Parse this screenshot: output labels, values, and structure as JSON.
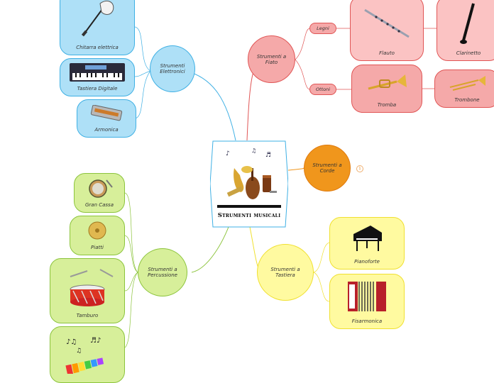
{
  "central": {
    "title": "Strumenti musicali"
  },
  "branches": {
    "elettronici": {
      "label": "Strumenti Elettronici",
      "items": [
        "Chitarra elettrica",
        "Tastiera Digitale",
        "Armonica"
      ]
    },
    "fiato": {
      "label": "Strumenti a Fiato",
      "legni": "Legni",
      "ottoni": "Ottoni",
      "items": [
        "Flauto",
        "Clarinetto",
        "Tromba",
        "Trombone"
      ]
    },
    "corde": {
      "label": "Strumenti a Corde",
      "collapsed_count": "1"
    },
    "tastiera": {
      "label": "Strumenti a Tastiera",
      "items": [
        "Pianoforte",
        "Fisarmonica"
      ]
    },
    "percussione": {
      "label": "Strumenti a Percussione",
      "items": [
        "Gran Cassa",
        "Piatti",
        "Tamburo",
        ""
      ]
    }
  },
  "colors": {
    "blue_fill": "#aee0f7",
    "blue_stroke": "#3fb0e4",
    "red_fill": "#f5a9a9",
    "red_stroke": "#e05555",
    "redlight_fill": "#fbc3c3",
    "orange_fill": "#f0961c",
    "yellow_fill": "#fffaa0",
    "yellow_stroke": "#f0e030",
    "green_fill": "#d7ef9a",
    "green_stroke": "#8cc43c"
  }
}
